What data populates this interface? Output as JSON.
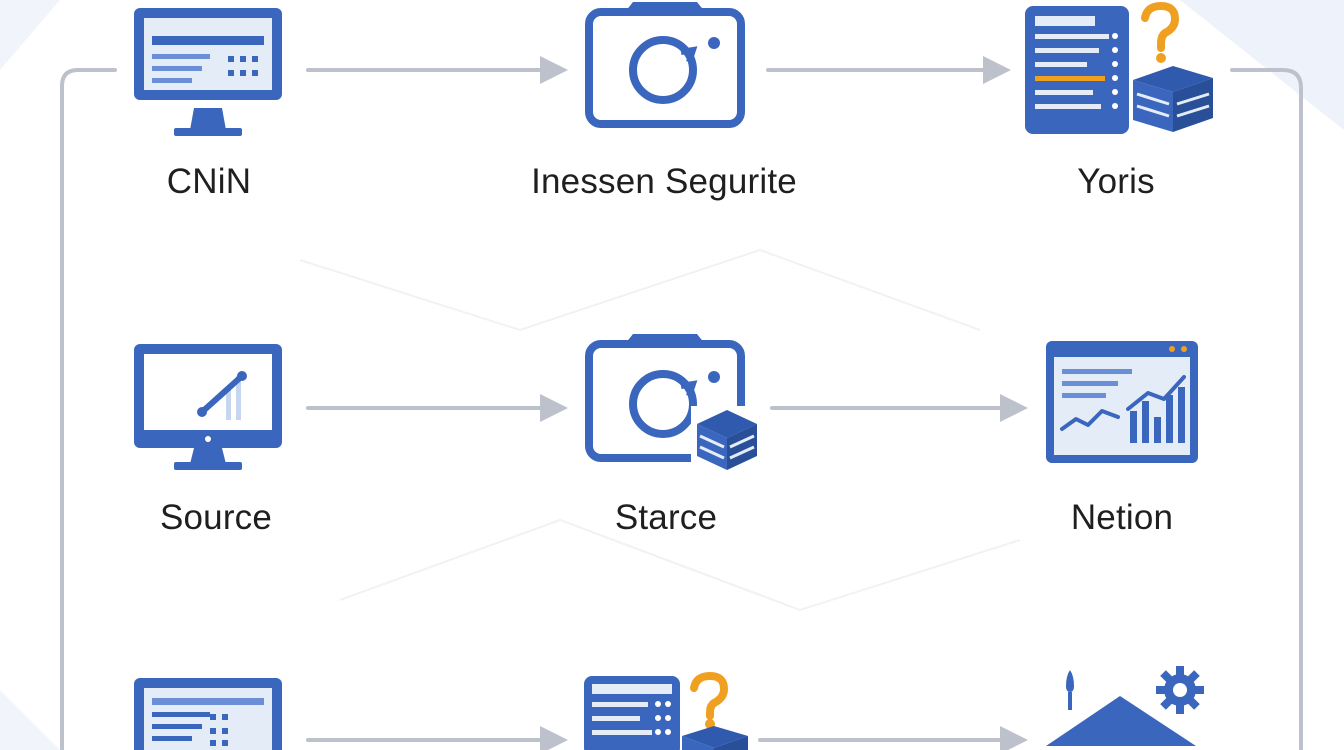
{
  "diagram": {
    "colors": {
      "blue": "#3a67bd",
      "light_blue": "#e4ecf8",
      "orange": "#f0a020",
      "connector": "#bcc1cc",
      "text": "#1f1f1f"
    },
    "rows": [
      {
        "nodes": [
          {
            "label": "CNiN",
            "icon": "monitor-list-icon"
          },
          {
            "label": "Inessen Segurite",
            "icon": "camera-icon"
          },
          {
            "label": "Yoris",
            "icon": "server-question-icon"
          }
        ]
      },
      {
        "nodes": [
          {
            "label": "Source",
            "icon": "monitor-chart-icon"
          },
          {
            "label": "Starce",
            "icon": "camera-database-icon"
          },
          {
            "label": "Netion",
            "icon": "dashboard-chart-icon"
          }
        ]
      },
      {
        "nodes": [
          {
            "label": "",
            "icon": "monitor-list-icon"
          },
          {
            "label": "",
            "icon": "server-question-icon"
          },
          {
            "label": "",
            "icon": "house-gear-icon"
          }
        ]
      }
    ]
  }
}
